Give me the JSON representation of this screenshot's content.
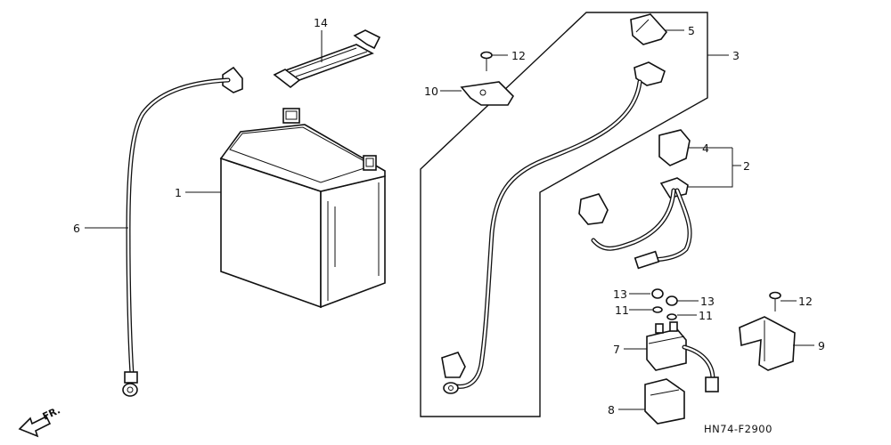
{
  "labels": {
    "p1": "1",
    "p2": "2",
    "p3": "3",
    "p4": "4",
    "p5": "5",
    "p6": "6",
    "p7": "7",
    "p8": "8",
    "p9": "9",
    "p10": "10",
    "p11a": "11",
    "p11b": "11",
    "p12a": "12",
    "p12b": "12",
    "p13a": "13",
    "p13b": "13",
    "p14": "14"
  },
  "diagram_code": "HN74-F2900",
  "direction": "FR."
}
